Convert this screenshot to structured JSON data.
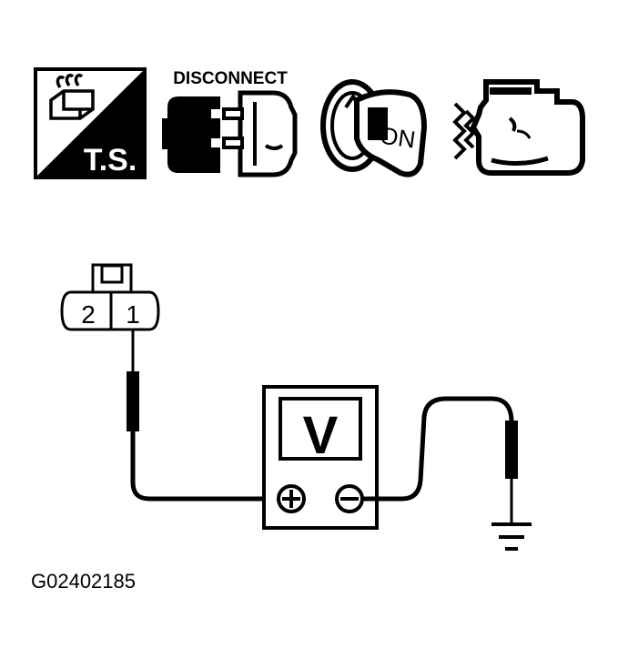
{
  "icons": {
    "ts_label": "T.S.",
    "disconnect_label": "DISCONNECT",
    "ignition_label": "ON"
  },
  "connector": {
    "pin_left": "2",
    "pin_right": "1"
  },
  "meter": {
    "label": "V"
  },
  "figure_id": "G02402185",
  "colors": {
    "ink": "#000000",
    "paper": "#ffffff"
  }
}
